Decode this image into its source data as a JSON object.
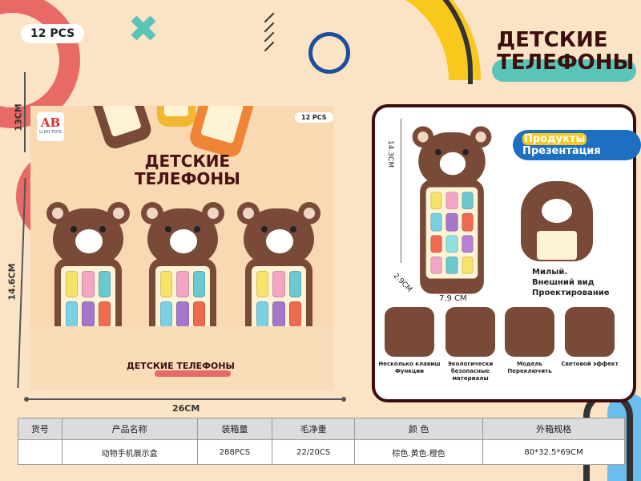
{
  "header": {
    "pcs_tag": "12 PCS",
    "headline_line1": "ДЕТСКИЕ",
    "headline_line2": "ТЕЛЕФОНЫ"
  },
  "display_box": {
    "logo_text": "LI BO TOYS",
    "logo_mark": "AB",
    "pcs_tag": "12 PCS",
    "title_line1": "ДЕТСКИЕ",
    "title_line2": "ТЕЛЕФОНЫ",
    "bottom_title": "ДЕТСКИЕ ТЕЛЕФОНЫ",
    "dim_height_top": "13CM",
    "dim_height": "14.6CM",
    "dim_width": "26CM"
  },
  "panel": {
    "badge_line1": "Продукты",
    "badge_line2": "Презентация",
    "dim_height": "14.3CM",
    "dim_width": "7.9 CM",
    "dim_depth": "2.9CM",
    "desc_line1": "Милый.",
    "desc_line2": "Внешний вид",
    "desc_line3": "Проектирование",
    "features": [
      {
        "label": "Несколько клавиш Функции"
      },
      {
        "label": "Экологически безопасные материалы"
      },
      {
        "label": "Модель Переключить"
      },
      {
        "label": "Световой эффект"
      }
    ]
  },
  "colors": {
    "background": "#fbe3c6",
    "brown": "#7a4a38",
    "title": "#3c0e0e",
    "teal": "#5bc4b8",
    "blue": "#1d6fc2",
    "yellow": "#f8c81c",
    "red": "#e86a66"
  },
  "spec_table": {
    "headers": [
      "货号",
      "产品名称",
      "装箱量",
      "毛净重",
      "颜 色",
      "外箱规格"
    ],
    "row": [
      "",
      "动物手机展示盒",
      "288PCS",
      "22/20CS",
      "棕色.黄色.橙色",
      "80*32.5*69CM"
    ]
  }
}
